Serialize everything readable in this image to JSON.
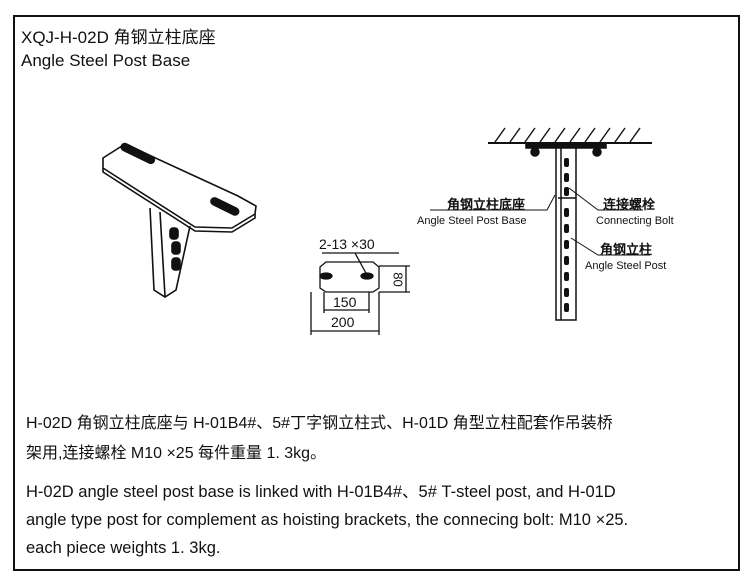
{
  "header": {
    "code_title": "XQJ-H-02D 角钢立柱底座",
    "en_title": "Angle Steel Post Base"
  },
  "dimensions": {
    "holes": "2-13 ×30",
    "height": "80",
    "hole_spacing": "150",
    "width": "200"
  },
  "labels": {
    "base_cn": "角钢立柱底座",
    "base_en": "Angle Steel Post Base",
    "bolt_cn": "连接螺栓",
    "bolt_en": "Connecting Bolt",
    "post_cn": "角钢立柱",
    "post_en": "Angle Steel Post"
  },
  "description": {
    "cn_line1": "H-02D 角钢立柱底座与 H-01B4#、5#丁字钢立柱式、H-01D 角型立柱配套作吊装桥",
    "cn_line2": "架用,连接螺栓 M10 ×25 每件重量 1. 3kg。",
    "en_line1": "H-02D angle steel post base is linked with H-01B4#、5# T-steel post,  and H-01D",
    "en_line2": "angle type post for complement as hoisting brackets, the connecing bolt: M10 ×25.",
    "en_line3": "each piece weights 1. 3kg."
  }
}
